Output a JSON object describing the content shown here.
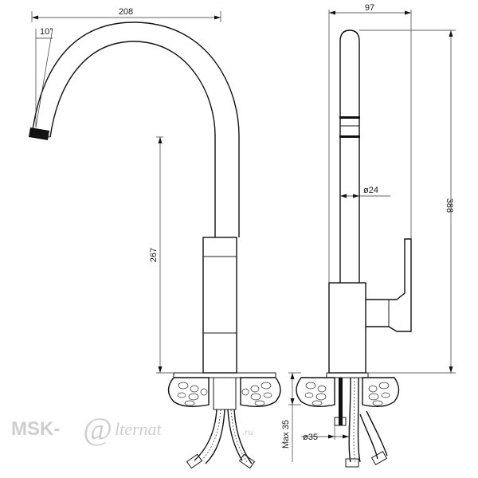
{
  "dimensions": {
    "spout_reach": "208",
    "angle": "10°",
    "spout_height": "267",
    "body_depth": "97",
    "total_height": "388",
    "pipe_diameter": "ø24",
    "max_thickness": "Max 35",
    "hole_diameter": "ø35"
  },
  "watermark": {
    "prefix": "MSK-",
    "at_symbol": "@",
    "suffix": "lternat",
    "tld": ".ru"
  },
  "colors": {
    "line": "#1a1a1a",
    "watermark": "#c9c9c9"
  }
}
